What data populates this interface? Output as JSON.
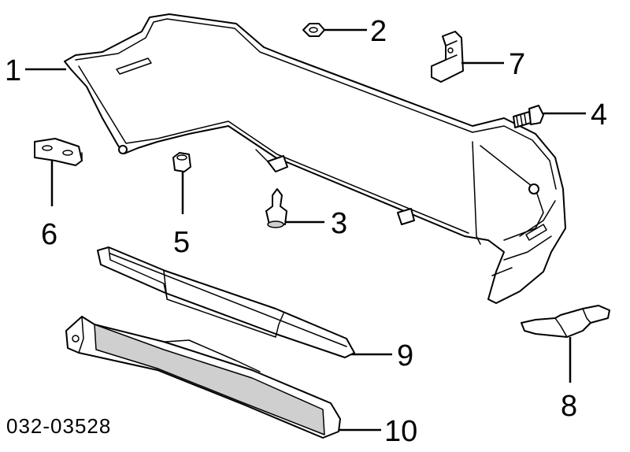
{
  "diagram": {
    "callouts": {
      "c1": "1",
      "c2": "2",
      "c3": "3",
      "c4": "4",
      "c5": "5",
      "c6": "6",
      "c7": "7",
      "c8": "8",
      "c9": "9",
      "c10": "10"
    },
    "drawing_code": "032-03528"
  }
}
